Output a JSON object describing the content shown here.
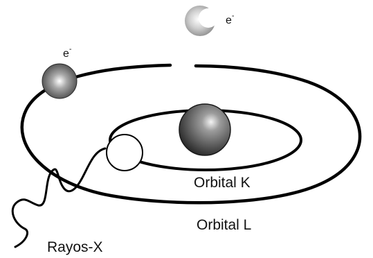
{
  "diagram": {
    "labels": {
      "orbital_k": "Orbital K",
      "orbital_l": "Orbital L",
      "rayos_x": "Rayos-X"
    },
    "electron_symbol": {
      "base": "e",
      "superscript": "-"
    },
    "colors": {
      "line": "#000000",
      "nucleus": "#3a3a3a",
      "electron": "#5a5a5a",
      "ejected_electron": "#9a9a9a",
      "vacancy": "#ffffff"
    }
  }
}
